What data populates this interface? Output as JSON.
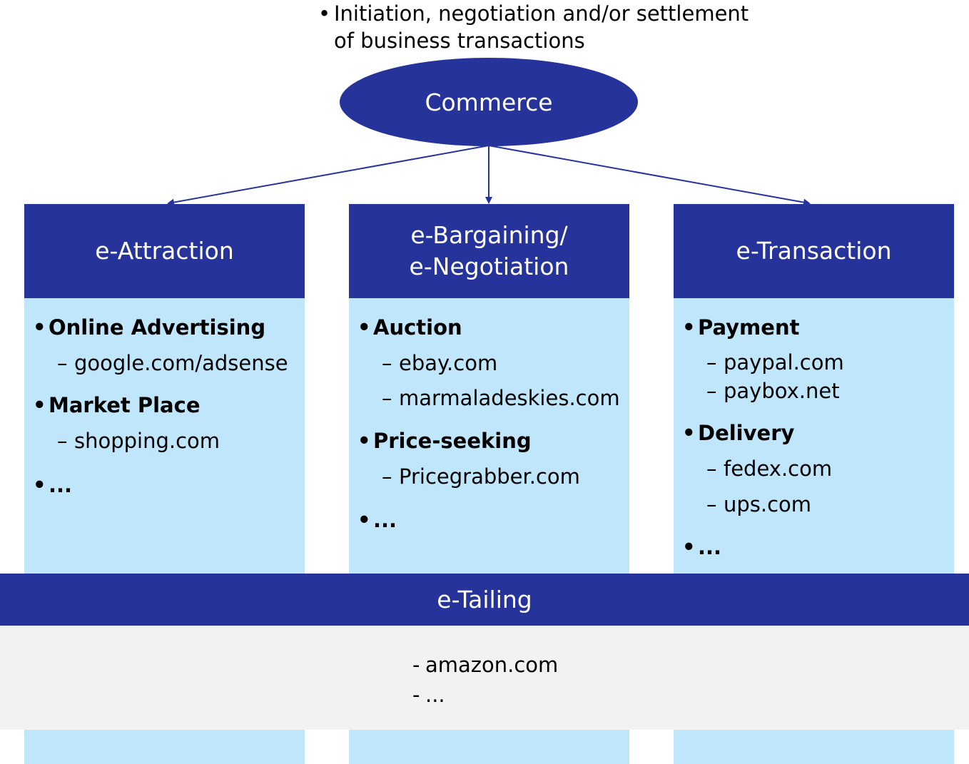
{
  "top_note": {
    "bullet": "•",
    "lines": [
      "Initiation, negotiation and/or settlement",
      "of business transactions"
    ]
  },
  "center": {
    "label": "Commerce"
  },
  "columns": [
    {
      "title_lines": [
        "e-Attraction"
      ],
      "items": [
        {
          "kind": "bullet",
          "text": "Online Advertising"
        },
        {
          "kind": "sub",
          "text": "google.com/adsense"
        },
        {
          "kind": "bullet",
          "text": "Market Place"
        },
        {
          "kind": "sub",
          "text": "shopping.com"
        },
        {
          "kind": "bullet",
          "text": "..."
        }
      ]
    },
    {
      "title_lines": [
        "e-Bargaining/",
        "e-Negotiation"
      ],
      "items": [
        {
          "kind": "bullet",
          "text": "Auction"
        },
        {
          "kind": "sub",
          "text": "ebay.com"
        },
        {
          "kind": "sub",
          "text": "marmaladeskies.com"
        },
        {
          "kind": "bullet",
          "text": "Price-seeking"
        },
        {
          "kind": "sub",
          "text": "Pricegrabber.com"
        },
        {
          "kind": "bullet",
          "text": "..."
        }
      ]
    },
    {
      "title_lines": [
        "e-Transaction"
      ],
      "items": [
        {
          "kind": "bullet",
          "text": "Payment"
        },
        {
          "kind": "sub",
          "text": "paypal.com"
        },
        {
          "kind": "sub",
          "text": "paybox.net"
        },
        {
          "kind": "bullet",
          "text": "Delivery"
        },
        {
          "kind": "sub",
          "text": "fedex.com"
        },
        {
          "kind": "sub",
          "text": "ups.com"
        },
        {
          "kind": "bullet",
          "text": "..."
        }
      ]
    }
  ],
  "etailing": {
    "title": "e-Tailing",
    "items": [
      "amazon.com",
      "..."
    ]
  },
  "colors": {
    "dark_blue": "#25339a",
    "light_blue": "#bfe6fb",
    "light_gray": "#f2f2f2"
  }
}
